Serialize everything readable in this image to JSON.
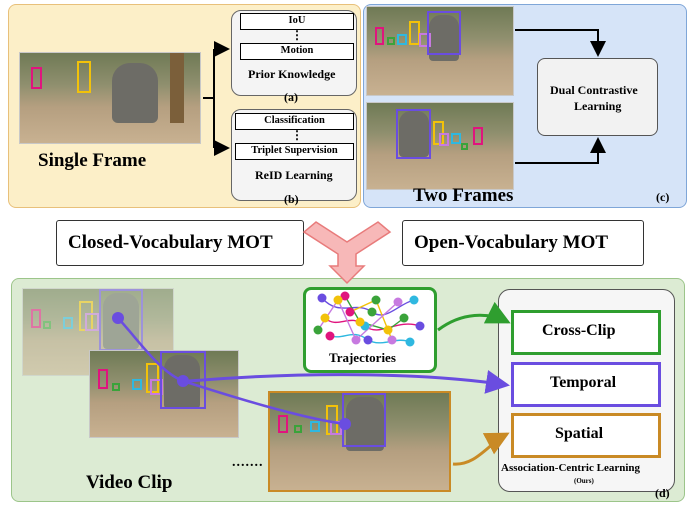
{
  "panel_a": {
    "single_frame": "Single Frame"
  },
  "prior": {
    "iou": "IoU",
    "dots": "⋮",
    "motion": "Motion",
    "title": "Prior Knowledge",
    "tag": "(a)"
  },
  "reid": {
    "classification": "Classification",
    "dots": "⋮",
    "triplet": "Triplet Supervision",
    "title": "ReID Learning",
    "tag": "(b)"
  },
  "panel_c": {
    "dual_line1": "Dual Contrastive",
    "dual_line2": "Learning",
    "two_frames": "Two Frames",
    "tag": "(c)"
  },
  "middle": {
    "closed": "Closed-Vocabulary MOT",
    "open": "Open-Vocabulary MOT"
  },
  "panel_d": {
    "trajectories": "Trajectories",
    "cross_clip": "Cross-Clip",
    "temporal": "Temporal",
    "spatial": "Spatial",
    "assoc": "Association-Centric Learning",
    "ours": "(Ours)",
    "video_clip": "Video Clip",
    "ellipsis": ".......",
    "tag": "(d)"
  },
  "colors": {
    "yellow_panel": "#fcefc8",
    "blue_panel": "#d6e4f8",
    "green_panel": "#dcebd3",
    "magenta": "#e0147e",
    "yellow": "#f2c20a",
    "purple": "#6a4de0",
    "violet": "#c77ae0",
    "green": "#3aa33a",
    "cyan": "#2fb8e0",
    "orange": "#c98a25",
    "arrow_red": "#e87b7b"
  }
}
